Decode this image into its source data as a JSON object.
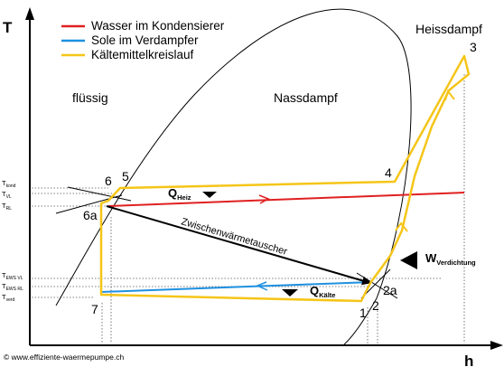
{
  "axes": {
    "y_label": "T",
    "x_label": "h"
  },
  "legend": [
    {
      "label": "Wasser im Kondensierer",
      "color": "#e02020"
    },
    {
      "label": "Sole im Verdampfer",
      "color": "#1e90e0"
    },
    {
      "label": "Kältemittelkreislauf",
      "color": "#f5c518"
    }
  ],
  "regions": {
    "liquid": "flüssig",
    "wet_steam": "Nassdampf",
    "superheated": "Heissdampf"
  },
  "points": {
    "p1": "1",
    "p2": "2",
    "p2a": "2a",
    "p3": "3",
    "p4": "4",
    "p5": "5",
    "p6": "6",
    "p6a": "6a",
    "p7": "7"
  },
  "y_ticks": {
    "t_kond": {
      "main": "T",
      "sub": "kond"
    },
    "t_vl": {
      "main": "T",
      "sub": "VL"
    },
    "t_rl": {
      "main": "T",
      "sub": "RL"
    },
    "t_ews_vl": {
      "main": "T",
      "sub": "EWS VL"
    },
    "t_ews_rl": {
      "main": "T",
      "sub": "EWS RL"
    },
    "t_verd": {
      "main": "T",
      "sub": "verd"
    }
  },
  "annotations": {
    "q_heiz": {
      "main": "Q",
      "sub": "Heiz"
    },
    "q_kaelte": {
      "main": "Q",
      "sub": "Kälte"
    },
    "w_verdichtung": {
      "main": "W",
      "sub": "Verdichtung"
    },
    "heat_exchanger": "Zwischenwärmetauscher"
  },
  "copyright": "© www.effiziente-waermepumpe.ch",
  "colors": {
    "water": "#e02020",
    "brine": "#1e90e0",
    "refrigerant": "#f5c518",
    "axis": "#000000",
    "guide": "#555555"
  }
}
